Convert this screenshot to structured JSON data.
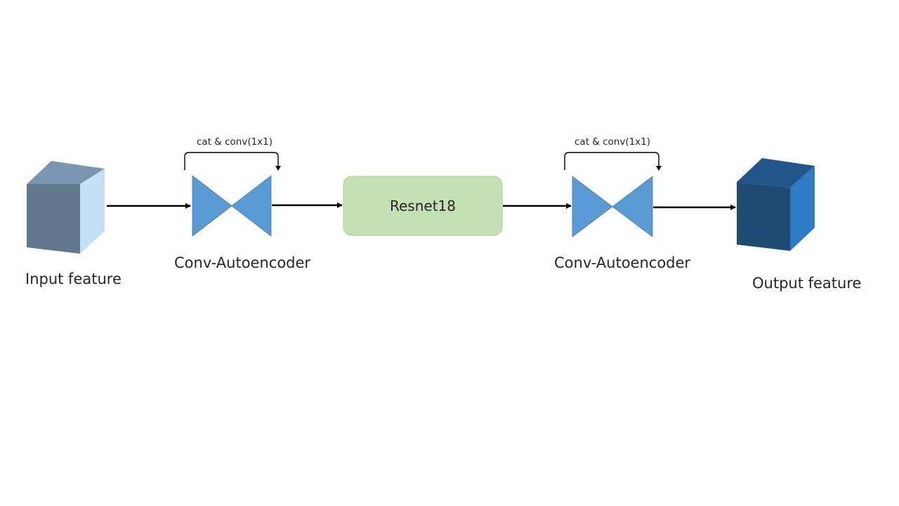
{
  "nodes": {
    "input": {
      "label": "Input feature",
      "shape": "cube",
      "colors": {
        "top": "#7b96b2",
        "front": "#62788c",
        "side": "#c5dff7"
      }
    },
    "ae1": {
      "label": "Conv-Autoencoder",
      "shape": "bowtie",
      "color": "#5b9bd5",
      "skip_label": "cat & conv(1x1)"
    },
    "resnet": {
      "label": "Resnet18",
      "shape": "rounded-rect",
      "fill": "#c5e0b4",
      "stroke": "#a9d18e"
    },
    "ae2": {
      "label": "Conv-Autoencoder",
      "shape": "bowtie",
      "color": "#5b9bd5",
      "skip_label": "cat & conv(1x1)"
    },
    "output": {
      "label": "Output feature",
      "shape": "cube",
      "colors": {
        "top": "#22568a",
        "front": "#1f4a72",
        "side": "#2f7bc3"
      }
    }
  },
  "edges": [
    {
      "from": "input",
      "to": "ae1"
    },
    {
      "from": "ae1",
      "to": "resnet"
    },
    {
      "from": "resnet",
      "to": "ae2"
    },
    {
      "from": "ae2",
      "to": "output"
    }
  ]
}
